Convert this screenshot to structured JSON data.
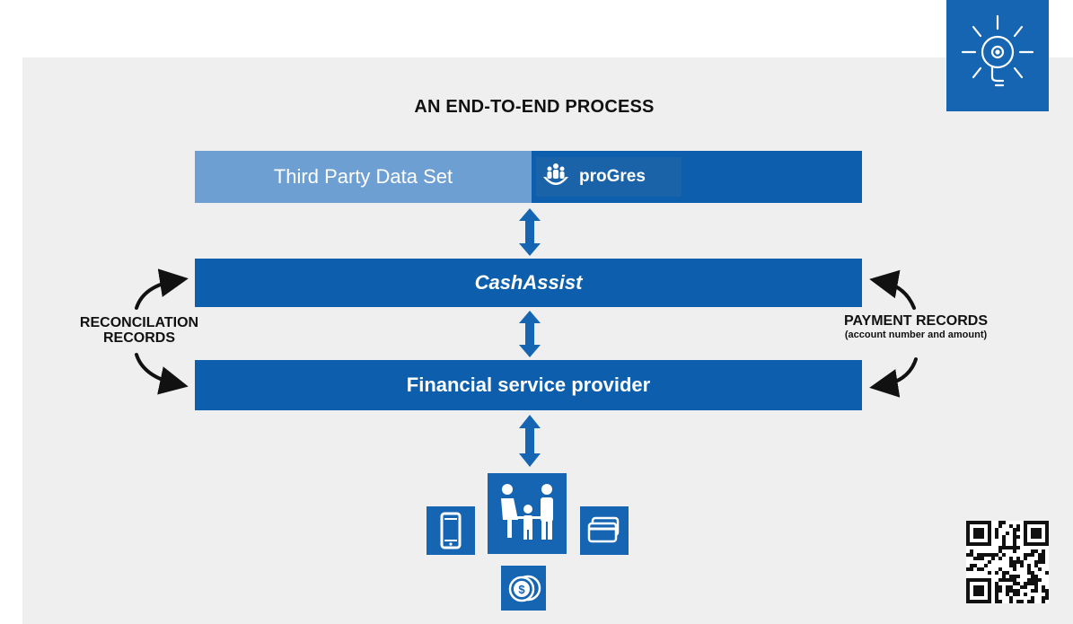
{
  "title": "AN END-TO-END PROCESS",
  "source_bar": {
    "label": "Third Party Data Set",
    "logo_text": "proGres"
  },
  "cashassist_bar": {
    "label": "CashAssist"
  },
  "fsp_bar": {
    "label": "Financial service provider"
  },
  "left_label": {
    "line1": "RECONCILATION",
    "line2": "RECORDS"
  },
  "right_label": {
    "title": "PAYMENT RECORDS",
    "subtitle": "(account number and amount)"
  },
  "icons": [
    "lightbulb-icon",
    "phone-icon",
    "family-icon",
    "card-icon",
    "coin-icon",
    "qr-code"
  ],
  "colors": {
    "primary_blue": "#0d5fad",
    "light_blue": "#6e9fd2",
    "panel_gray": "#efefef"
  }
}
